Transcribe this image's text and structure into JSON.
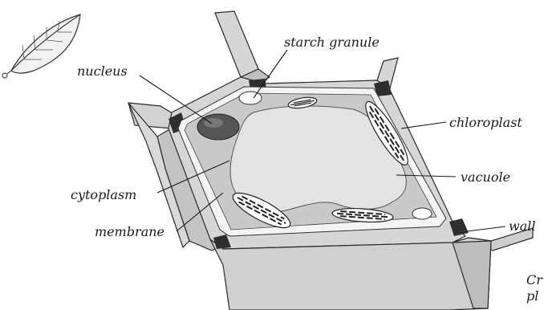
{
  "diagram": {
    "labels": {
      "nucleus": "nucleus",
      "starch_granule": "starch granule",
      "chloroplast": "chloroplast",
      "cytoplasm": "cytoplasm",
      "vacuole": "vacuole",
      "membrane": "membrane",
      "wall": "wall"
    },
    "caption": {
      "line1": "Cr",
      "line2": "pl"
    },
    "icon": "leaf-icon",
    "colors": {
      "wall": "#d6d6d6",
      "wall_dark": "#bcbcbc",
      "cytoplasm": "#c9c9c9",
      "vacuole": "#e3e3e3",
      "nucleus": "#555555",
      "junction": "#2e2e2e"
    }
  }
}
